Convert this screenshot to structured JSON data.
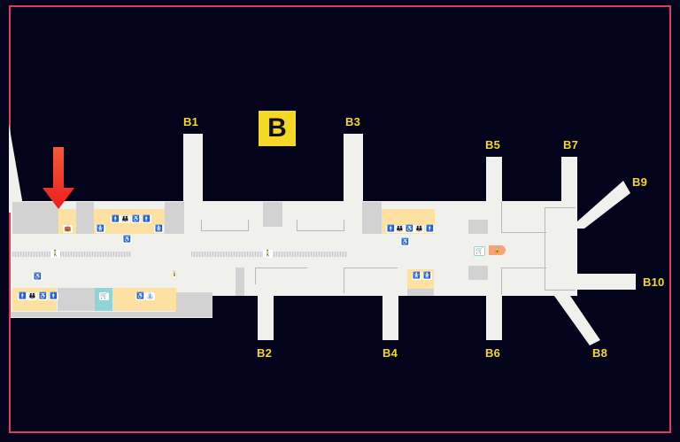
{
  "map": {
    "terminal_label": "B",
    "colors": {
      "background": "#03041c",
      "border": "#e23a5a",
      "floor": "#f0f0ec",
      "service": "#d2d2d2",
      "amenity": "#fde1a2",
      "shop": "#8fd4d6",
      "gate_label": "#f5d726",
      "arrow": "#f23a1f"
    },
    "gates": [
      {
        "id": "B1",
        "label": "B1"
      },
      {
        "id": "B2",
        "label": "B2"
      },
      {
        "id": "B3",
        "label": "B3"
      },
      {
        "id": "B4",
        "label": "B4"
      },
      {
        "id": "B5",
        "label": "B5"
      },
      {
        "id": "B6",
        "label": "B6"
      },
      {
        "id": "B7",
        "label": "B7"
      },
      {
        "id": "B8",
        "label": "B8"
      },
      {
        "id": "B9",
        "label": "B9"
      },
      {
        "id": "B10",
        "label": "B10"
      }
    ],
    "icons": {
      "restroom": "🚹",
      "family": "👪",
      "accessible": "♿",
      "baby": "🚼",
      "info": "i",
      "shop": "🛒",
      "lock": "🔒",
      "fountain": "⛲",
      "bag": "👜",
      "walk": "🚶"
    },
    "marker": {
      "type": "arrow",
      "direction": "down"
    }
  }
}
